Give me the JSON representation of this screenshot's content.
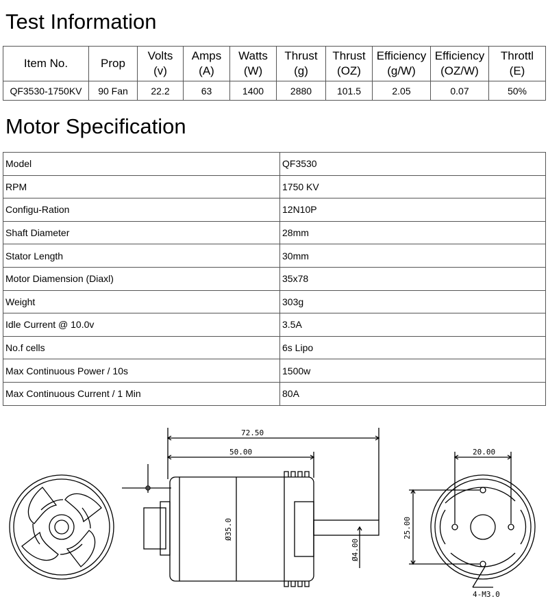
{
  "test_info": {
    "title": "Test Information",
    "headers": [
      {
        "l1": "Item No.",
        "l2": ""
      },
      {
        "l1": "Prop",
        "l2": ""
      },
      {
        "l1": "Volts",
        "l2": "(v)"
      },
      {
        "l1": "Amps",
        "l2": "(A)"
      },
      {
        "l1": "Watts",
        "l2": "(W)"
      },
      {
        "l1": "Thrust",
        "l2": "(g)"
      },
      {
        "l1": "Thrust",
        "l2": "(OZ)"
      },
      {
        "l1": "Efficiency",
        "l2": "(g/W)"
      },
      {
        "l1": "Efficiency",
        "l2": "(OZ/W)"
      },
      {
        "l1": "Throttl",
        "l2": "(E)"
      }
    ],
    "row": [
      "QF3530-1750KV",
      "90 Fan",
      "22.2",
      "63",
      "1400",
      "2880",
      "101.5",
      "2.05",
      "0.07",
      "50%"
    ]
  },
  "motor_spec": {
    "title": "Motor Specification",
    "rows": [
      {
        "label": "Model",
        "value": "QF3530"
      },
      {
        "label": "RPM",
        "value": "1750 KV"
      },
      {
        "label": "Configu-Ration",
        "value": "12N10P"
      },
      {
        "label": "Shaft Diameter",
        "value": "28mm"
      },
      {
        "label": "Stator Length",
        "value": "30mm"
      },
      {
        "label": "Motor Diamension (Diaxl)",
        "value": "35x78"
      },
      {
        "label": "Weight",
        "value": "303g"
      },
      {
        "label": "Idle Current @ 10.0v",
        "value": "3.5A"
      },
      {
        "label": "No.f cells",
        "value": "6s Lipo"
      },
      {
        "label": "Max Continuous Power / 10s",
        "value": "1500w"
      },
      {
        "label": "Max Continuous Current / 1 Min",
        "value": "80A"
      }
    ]
  },
  "drawing": {
    "dim_overall_length": "72.50",
    "dim_body_length": "50.00",
    "dim_body_diameter": "Ø35.0",
    "dim_shaft_diameter": "Ø4.00",
    "dim_hole_spacing_h": "20.00",
    "dim_hole_spacing_v": "25.00",
    "dim_holes": "4-M3.0"
  }
}
